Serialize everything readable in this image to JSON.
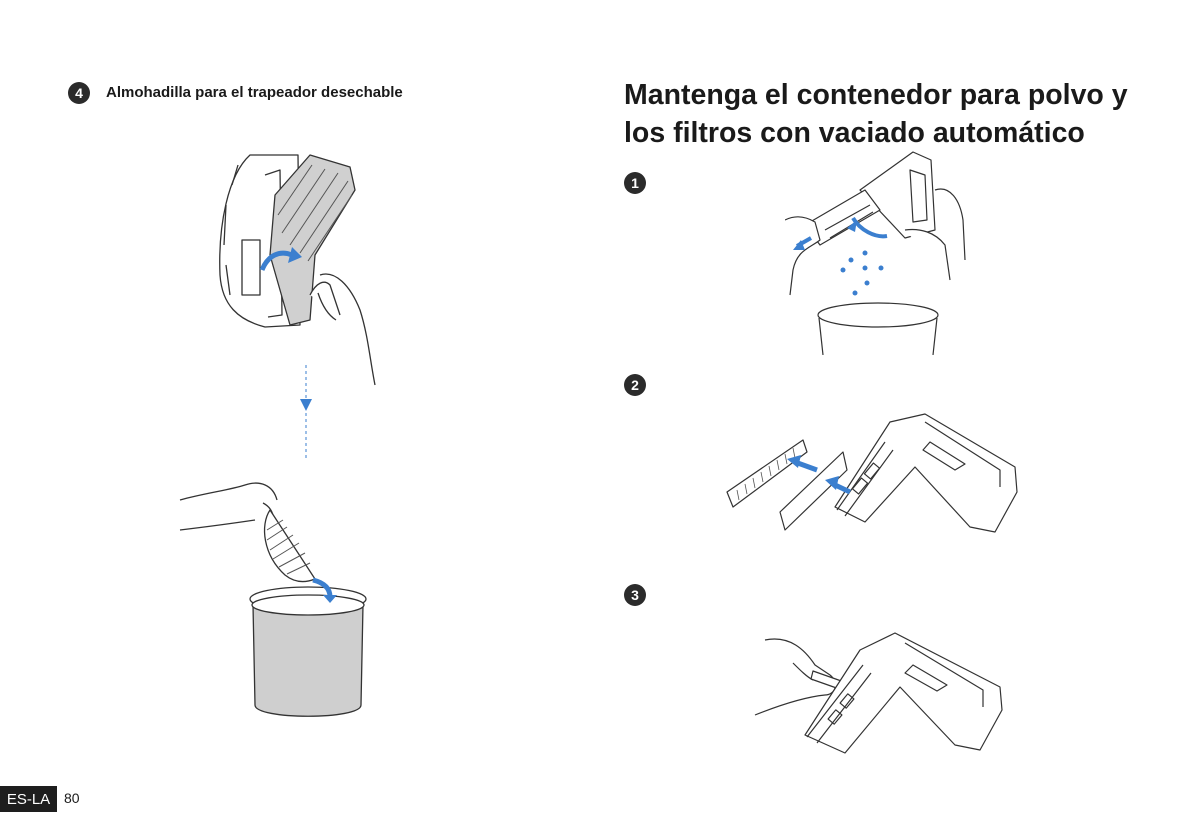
{
  "left_section": {
    "step_number": "4",
    "title": "Almohadilla para el trapeador desechable"
  },
  "right_section": {
    "title": "Mantenga el contenedor para polvo y los filtros con vaciado automático",
    "steps": [
      {
        "number": "1"
      },
      {
        "number": "2"
      },
      {
        "number": "3"
      }
    ]
  },
  "footer": {
    "language": "ES-LA",
    "page": "80"
  },
  "colors": {
    "accent_blue": "#3b7fcf",
    "badge": "#2b2b2b",
    "line": "#333333",
    "bin_fill": "#cfcfcf"
  }
}
